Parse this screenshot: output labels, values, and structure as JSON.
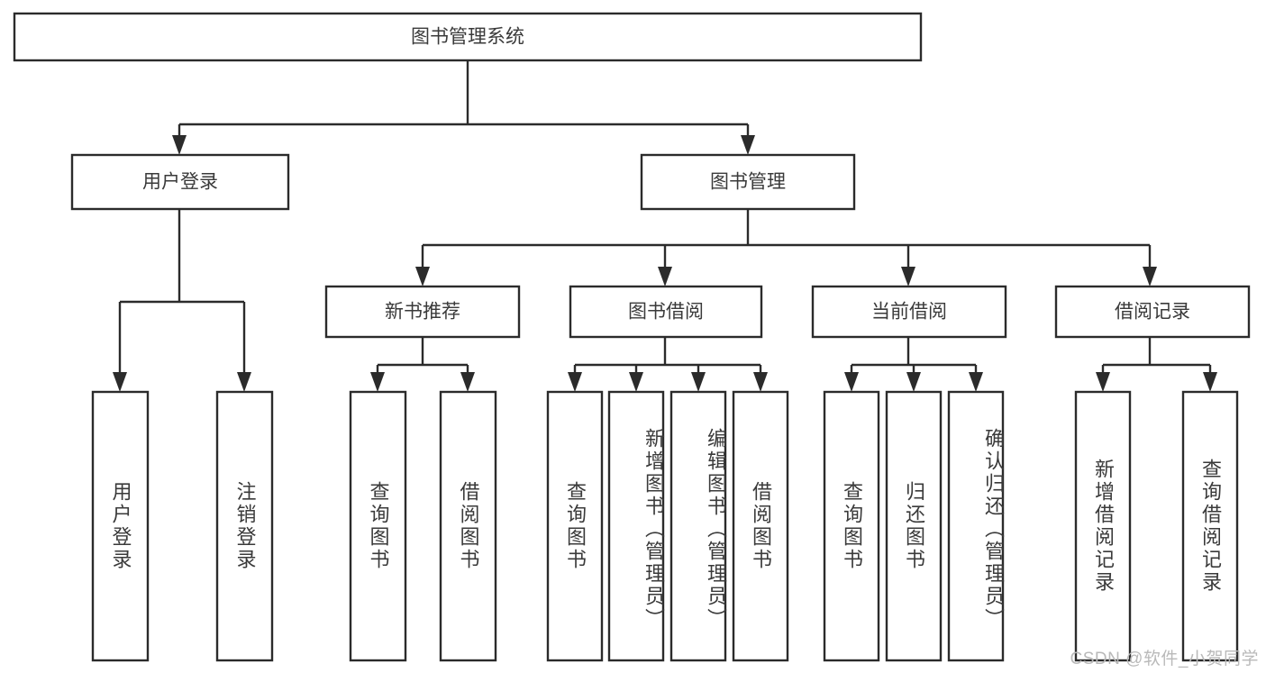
{
  "diagram": {
    "type": "tree",
    "title": "图书管理系统",
    "watermark": "CSDN @软件_小贺同学",
    "colors": {
      "stroke": "#2b2b2b",
      "box_fill": "#ffffff",
      "text": "#3a3a3a",
      "background": "#ffffff",
      "watermark": "#b9b9b9"
    },
    "root": {
      "label": "图书管理系统",
      "orientation": "horizontal"
    },
    "level2": [
      {
        "label": "用户登录",
        "orientation": "horizontal"
      },
      {
        "label": "图书管理",
        "orientation": "horizontal"
      }
    ],
    "level3": [
      {
        "label": "新书推荐",
        "orientation": "horizontal",
        "parent": "图书管理"
      },
      {
        "label": "图书借阅",
        "orientation": "horizontal",
        "parent": "图书管理"
      },
      {
        "label": "当前借阅",
        "orientation": "horizontal",
        "parent": "图书管理"
      },
      {
        "label": "借阅记录",
        "orientation": "horizontal",
        "parent": "图书管理"
      }
    ],
    "leaves": [
      {
        "label": "用户登录",
        "orientation": "vertical",
        "parent": "用户登录",
        "align": "middle"
      },
      {
        "label": "注销登录",
        "orientation": "vertical",
        "parent": "用户登录",
        "align": "middle"
      },
      {
        "label": "查询图书",
        "orientation": "vertical",
        "parent": "新书推荐",
        "align": "middle"
      },
      {
        "label": "借阅图书",
        "orientation": "vertical",
        "parent": "新书推荐",
        "align": "middle"
      },
      {
        "label": "查询图书",
        "orientation": "vertical",
        "parent": "图书借阅",
        "align": "middle"
      },
      {
        "label": "新增图书（管理员）",
        "orientation": "vertical",
        "parent": "图书借阅",
        "align": "top"
      },
      {
        "label": "编辑图书（管理员）",
        "orientation": "vertical",
        "parent": "图书借阅",
        "align": "top"
      },
      {
        "label": "借阅图书",
        "orientation": "vertical",
        "parent": "图书借阅",
        "align": "middle"
      },
      {
        "label": "查询图书",
        "orientation": "vertical",
        "parent": "当前借阅",
        "align": "middle"
      },
      {
        "label": "归还图书",
        "orientation": "vertical",
        "parent": "当前借阅",
        "align": "middle"
      },
      {
        "label": "确认归还（管理员）",
        "orientation": "vertical",
        "parent": "当前借阅",
        "align": "top"
      },
      {
        "label": "新增借阅记录",
        "orientation": "vertical",
        "parent": "借阅记录",
        "align": "middle"
      },
      {
        "label": "查询借阅记录",
        "orientation": "vertical",
        "parent": "借阅记录",
        "align": "middle"
      }
    ]
  }
}
